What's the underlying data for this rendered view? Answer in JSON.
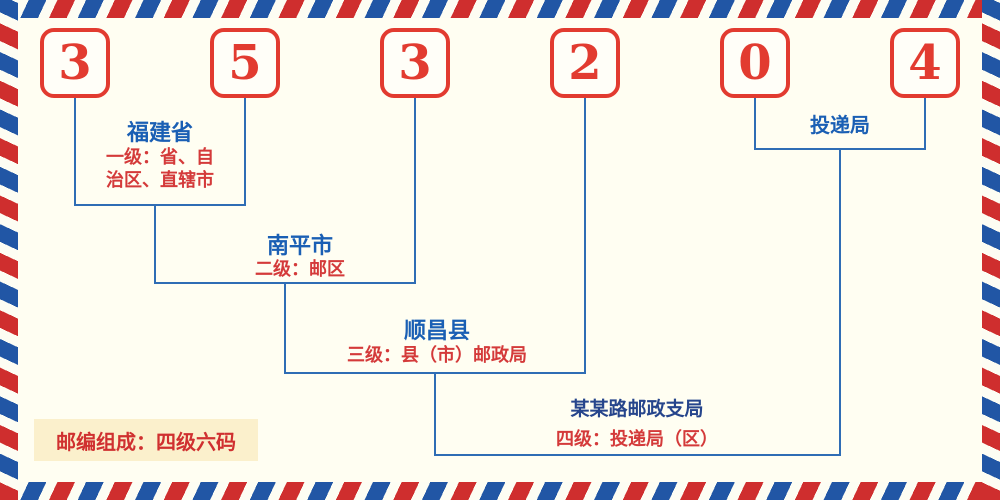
{
  "postal_code": {
    "digits": [
      "3",
      "5",
      "3",
      "2",
      "0",
      "4"
    ]
  },
  "annotations": {
    "level1": {
      "name": "福建省",
      "desc1": "一级：省、自",
      "desc2": "治区、直辖市"
    },
    "level2": {
      "name": "南平市",
      "desc": "二级：邮区"
    },
    "level3": {
      "name": "顺昌县",
      "desc": "三级：县（市）邮政局"
    },
    "level4_top": {
      "name": "投递局"
    },
    "level4_bottom": {
      "name": "某某路邮政支局",
      "desc": "四级：投递局（区）"
    }
  },
  "footer": {
    "note": "邮编组成：四级六码"
  },
  "colors": {
    "digit_red": "#e23b30",
    "label_blue": "#1a5fb4",
    "desc_red": "#d43a3a",
    "line_blue": "#2f6db5",
    "border_red": "#cf2e2e",
    "border_blue": "#2156a5",
    "background": "#fffef2",
    "note_background": "#fbf0cc"
  }
}
